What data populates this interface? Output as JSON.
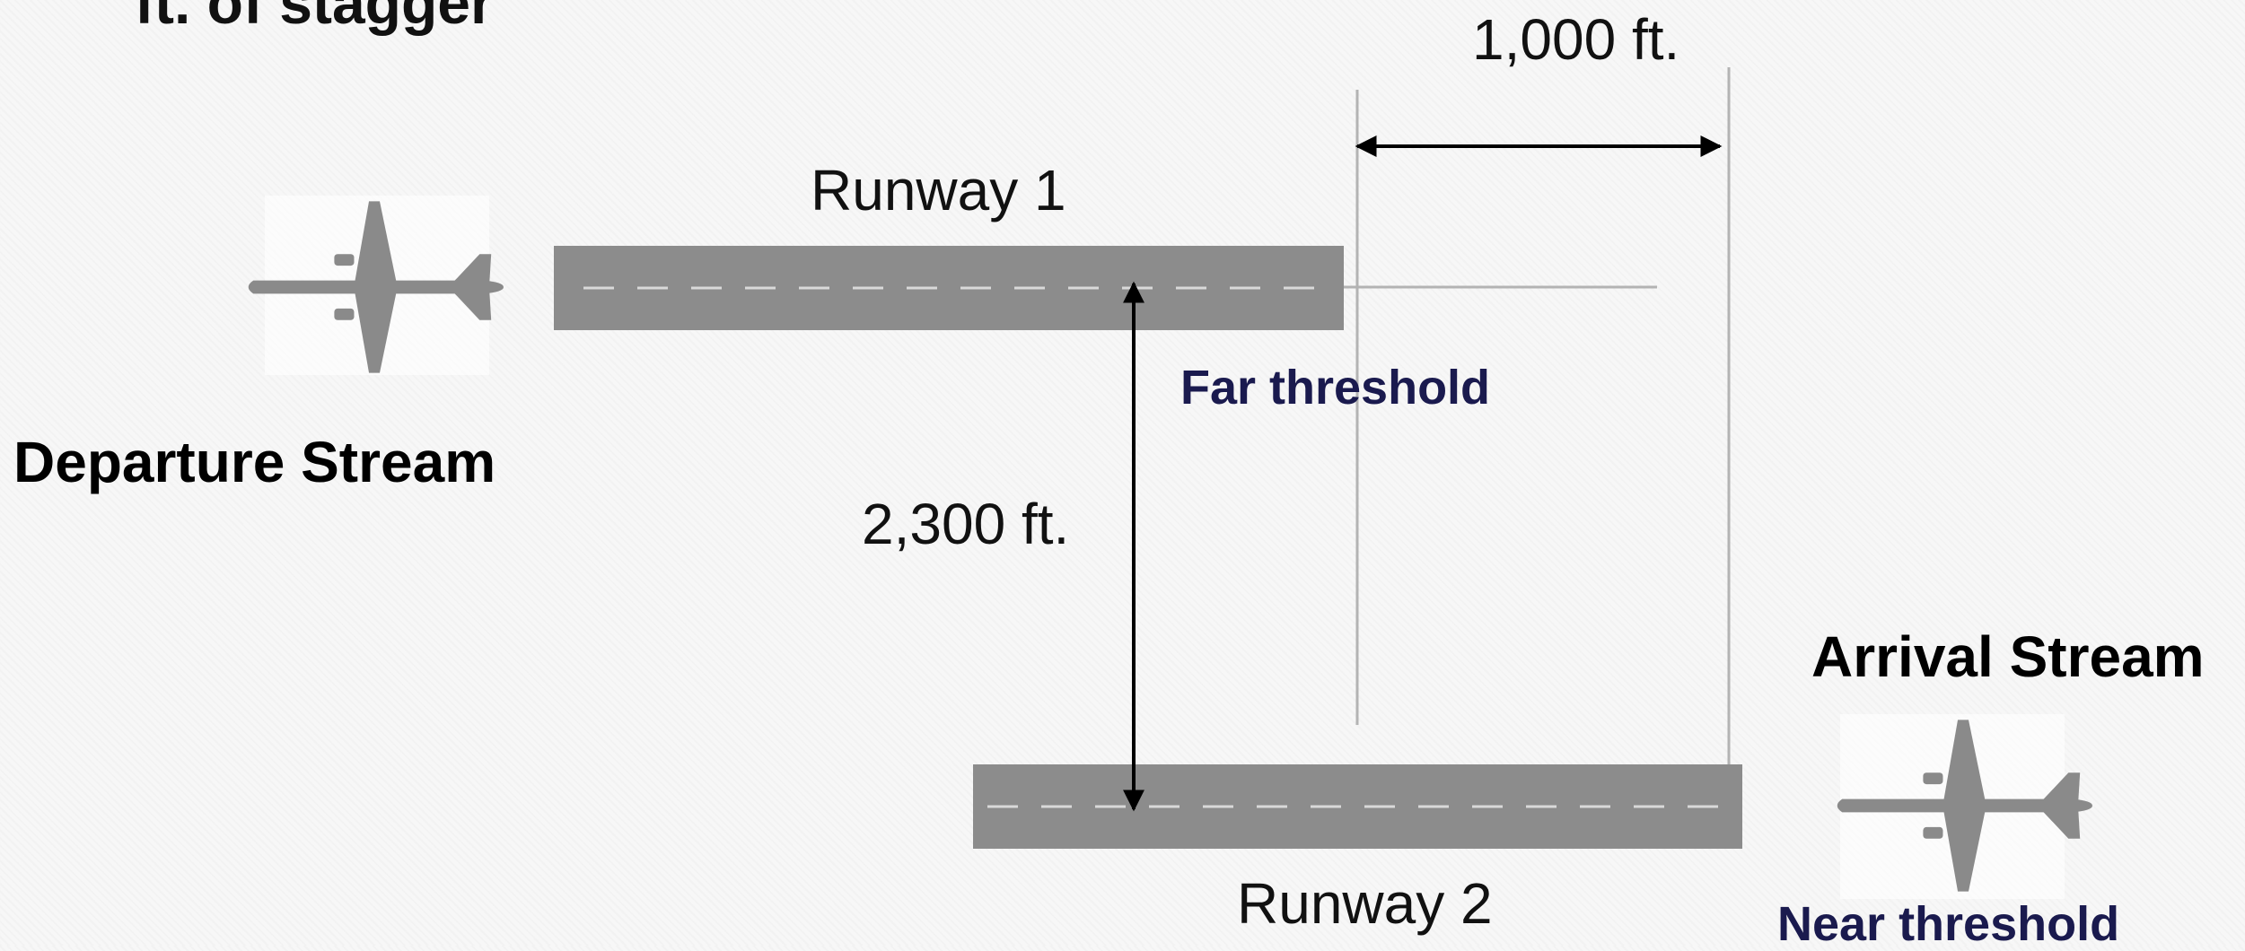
{
  "heading": "ft. of stagger",
  "runway_1": {
    "label": "Runway 1"
  },
  "runway_2": {
    "label": "Runway 2"
  },
  "stagger_distance": "1,000 ft.",
  "separation_distance": "2,300 ft.",
  "far_threshold": "Far threshold",
  "near_threshold": "Near threshold",
  "departure_stream": "Departure Stream",
  "arrival_stream": "Arrival Stream",
  "icons": {
    "departure": "airplane-icon",
    "arrival": "airplane-icon"
  },
  "colors": {
    "runway": "#8c8c8c",
    "centerline": "#d9d9d9",
    "threshold_label": "#1a1a4e",
    "arrow": "#000000",
    "reference_line": "#b3b3b3",
    "aircraft": "#8a8a8a"
  }
}
